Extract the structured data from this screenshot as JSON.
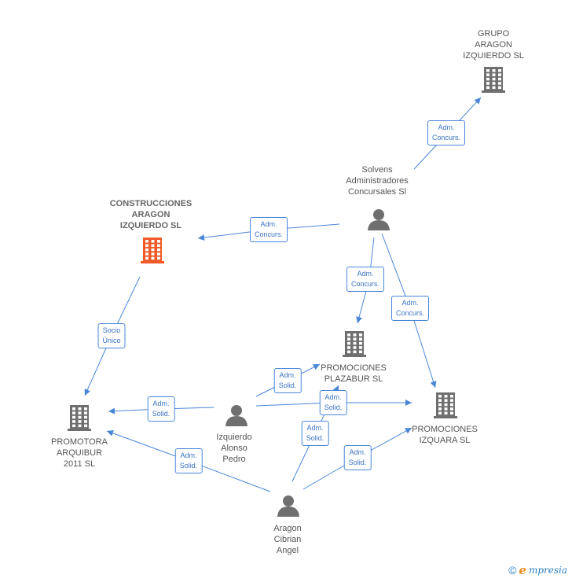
{
  "nodes": [
    {
      "id": "grupo",
      "type": "company",
      "label": "GRUPO\nARAGON\nIZQUIERDO SL",
      "color": "#6f6f6f",
      "main": false
    },
    {
      "id": "construcciones",
      "type": "company",
      "label": "CONSTRUCCIONES\nARAGON\nIZQUIERDO SL",
      "color": "#f05a28",
      "main": true
    },
    {
      "id": "solvens",
      "type": "person",
      "label": "Solvens\nAdministradores\nConcursales Sl",
      "color": "#6f6f6f",
      "main": false
    },
    {
      "id": "plazabur",
      "type": "company",
      "label": "PROMOCIONES\nPLAZABUR SL",
      "color": "#6f6f6f",
      "main": false
    },
    {
      "id": "arquibur",
      "type": "company",
      "label": "PROMOTORA\nARQUIBUR\n2011 SL",
      "color": "#6f6f6f",
      "main": false
    },
    {
      "id": "pedro",
      "type": "person",
      "label": "Izquierdo\nAlonso\nPedro",
      "color": "#6f6f6f",
      "main": false
    },
    {
      "id": "izquara",
      "type": "company",
      "label": "PROMOCIONES\nIZQUARA SL",
      "color": "#6f6f6f",
      "main": false
    },
    {
      "id": "angel",
      "type": "person",
      "label": "Aragon\nCibrian\nAngel",
      "color": "#6f6f6f",
      "main": false
    }
  ],
  "edges": [
    {
      "from": "solvens",
      "to": "grupo",
      "label": "Adm.\nConcurs."
    },
    {
      "from": "solvens",
      "to": "construcciones",
      "label": "Adm.\nConcurs."
    },
    {
      "from": "solvens",
      "to": "plazabur",
      "label": "Adm.\nConcurs."
    },
    {
      "from": "solvens",
      "to": "izquara",
      "label": "Adm.\nConcurs."
    },
    {
      "from": "construcciones",
      "to": "arquibur",
      "label": "Socio\nÚnico"
    },
    {
      "from": "pedro",
      "to": "arquibur",
      "label": "Adm.\nSolid."
    },
    {
      "from": "pedro",
      "to": "plazabur",
      "label": "Adm.\nSolid."
    },
    {
      "from": "pedro",
      "to": "izquara",
      "label": "Adm.\nSolid."
    },
    {
      "from": "angel",
      "to": "arquibur",
      "label": "Adm.\nSolid."
    },
    {
      "from": "angel",
      "to": "plazabur",
      "label": "Adm.\nSolid."
    },
    {
      "from": "angel",
      "to": "izquara",
      "label": "Adm.\nSolid."
    }
  ],
  "colors": {
    "edge": "#4a86d8",
    "main_company": "#f05a28",
    "company": "#6f6f6f"
  },
  "footer": {
    "copyright_symbol": "©",
    "brand_initial": "e",
    "brand_rest": "mpresia"
  }
}
